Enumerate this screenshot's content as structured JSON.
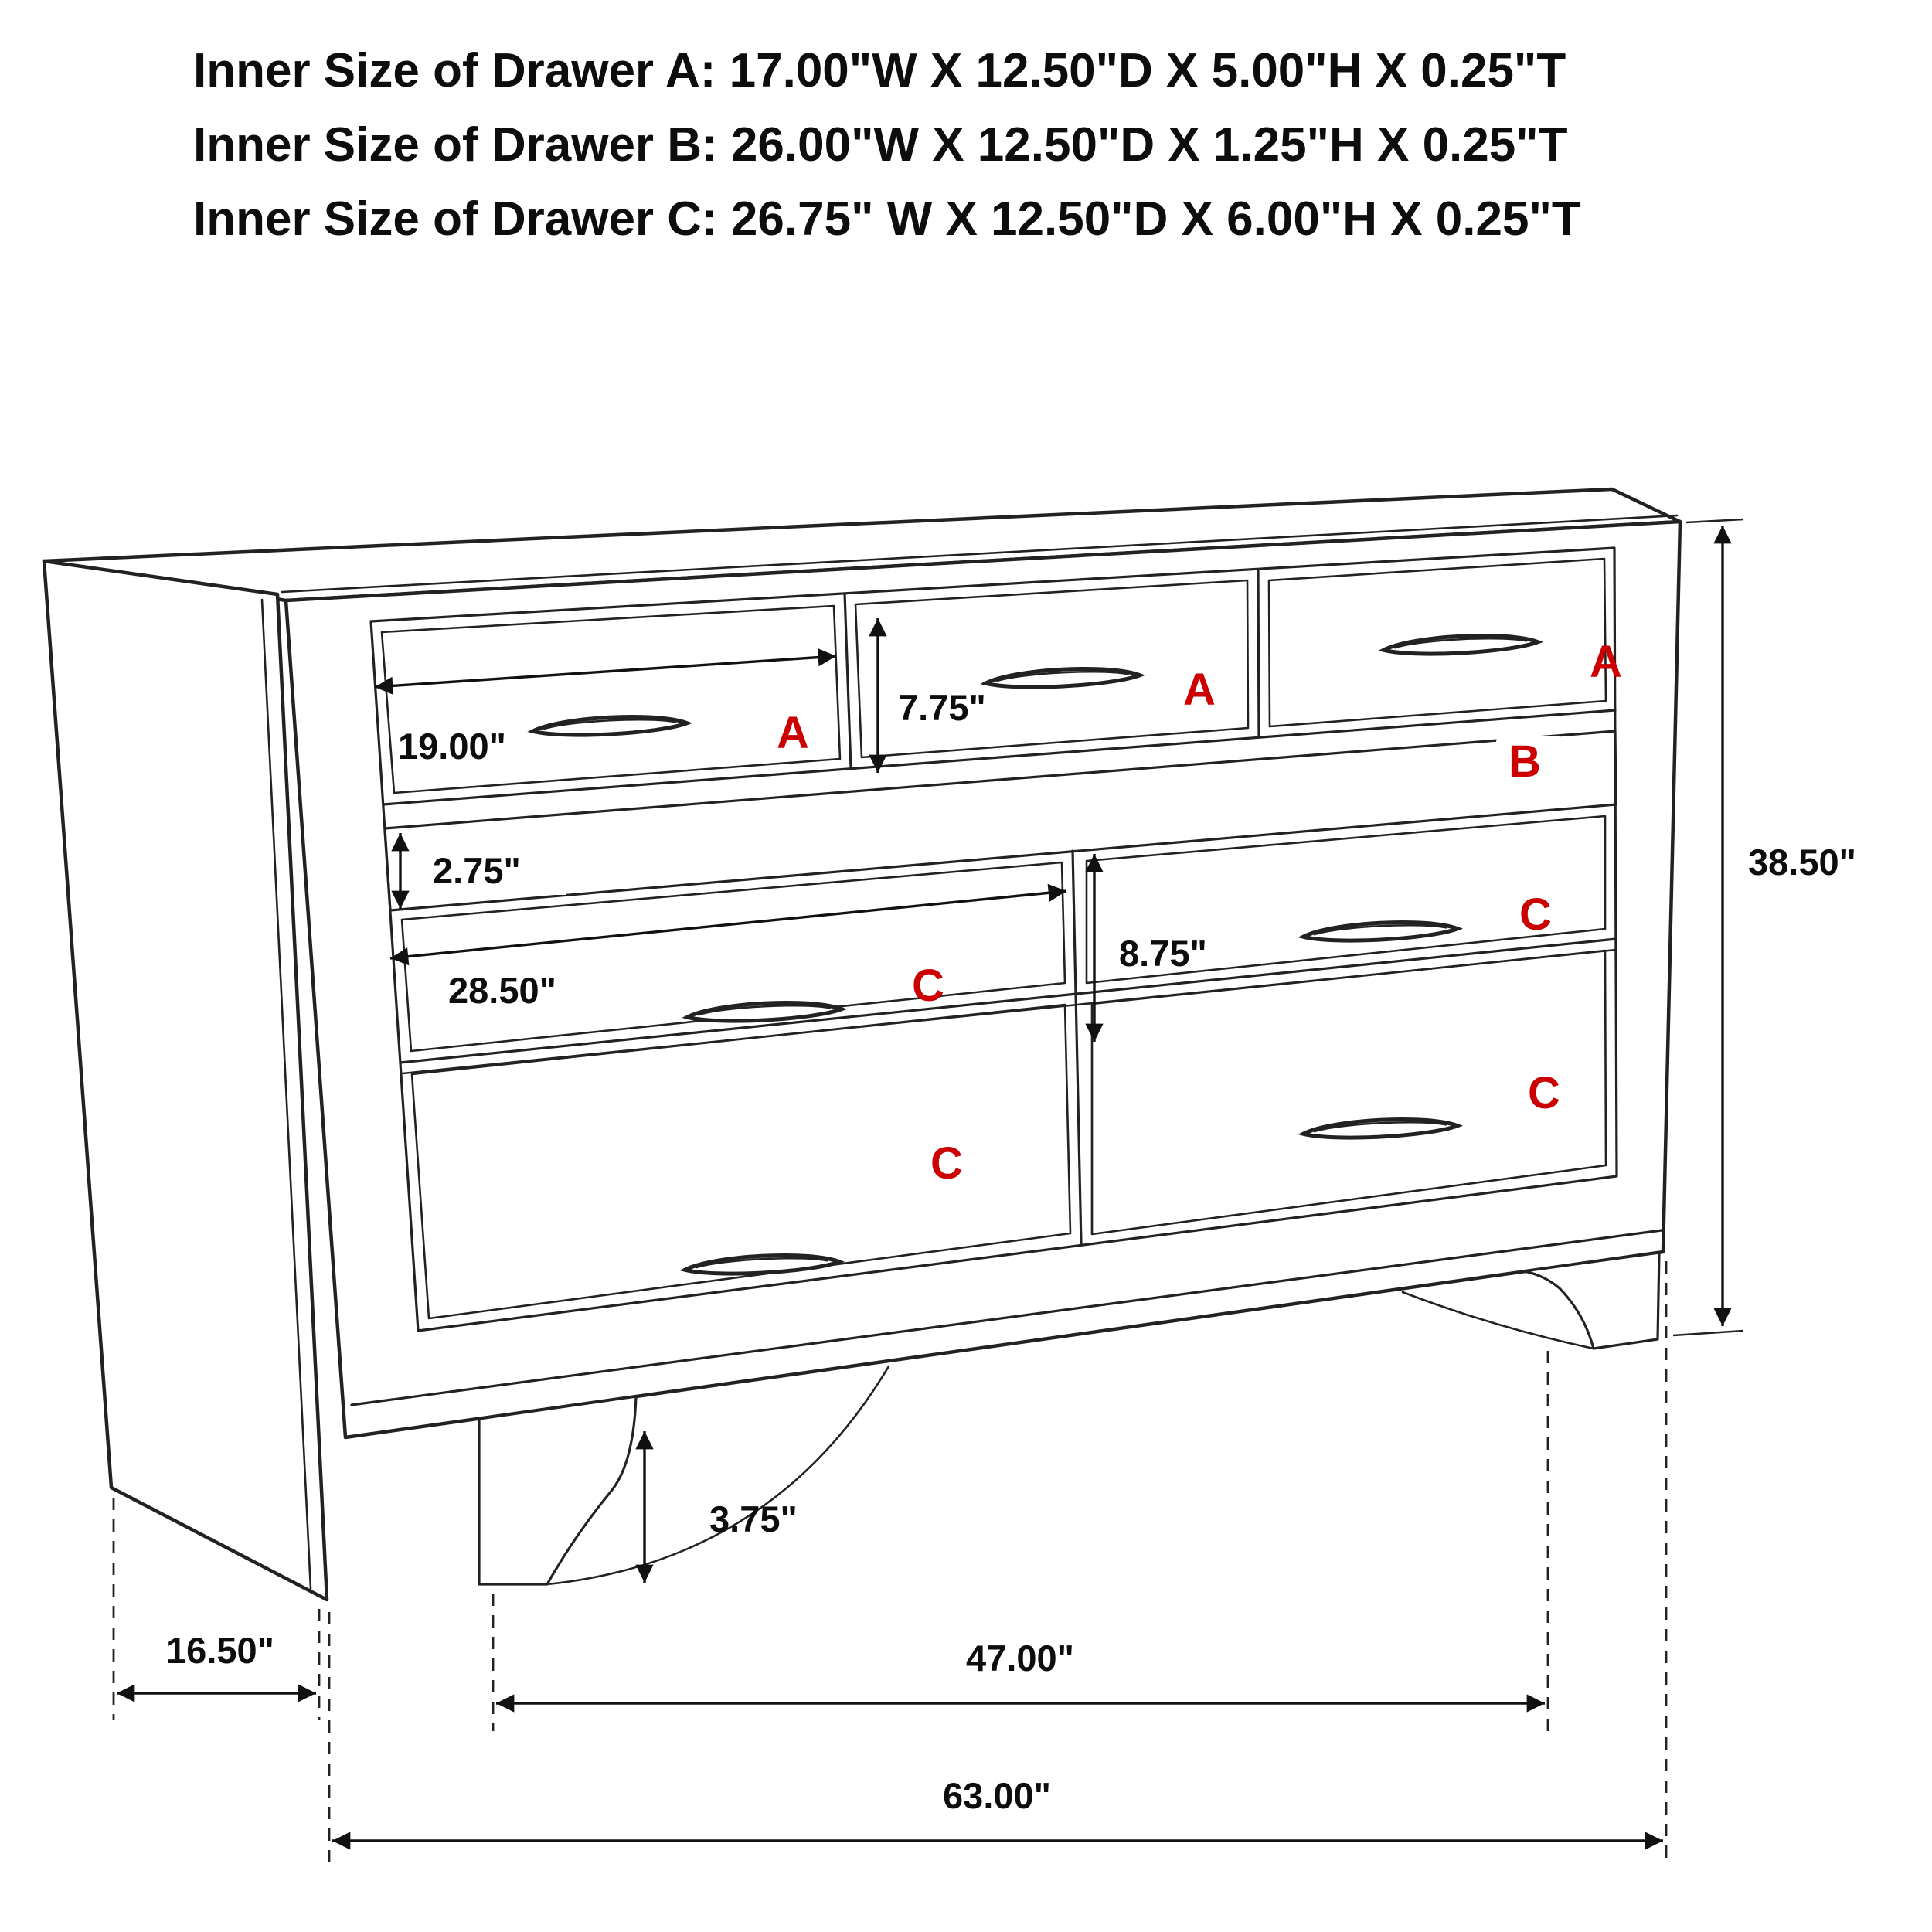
{
  "page": {
    "background": "#ffffff"
  },
  "header": {
    "lines": [
      "Inner Size of Drawer A: 17.00\"W X 12.50\"D X 5.00\"H X 0.25\"T",
      "Inner Size of Drawer B: 26.00\"W X 12.50\"D X 1.25\"H X 0.25\"T",
      "Inner Size of Drawer C: 26.75\" W X 12.50\"D X 6.00\"H X 0.25\"T"
    ]
  },
  "diagram": {
    "type": "furniture-dimension-diagram",
    "subject": "7-drawer dresser with jewelry drawer",
    "drawer_letters": {
      "a_left": "A",
      "a_center": "A",
      "a_right": "A",
      "b_strip": "B",
      "c_mid_left": "C",
      "c_mid_right": "C",
      "c_bottom_left": "C",
      "c_bottom_right": "C"
    },
    "dimensions": {
      "drawer_a_front_width": "19.00\"",
      "drawer_a_front_height": "7.75\"",
      "drawer_b_front_height": "2.75\"",
      "drawer_c_front_width": "28.50\"",
      "drawer_c_front_height": "8.75\"",
      "overall_height": "38.50\"",
      "foot_height": "3.75\"",
      "overall_depth": "16.50\"",
      "leg_span_width": "47.00\"",
      "overall_width": "63.00\""
    },
    "colors": {
      "letter_red": "#cc0000",
      "line_ink": "#1d1d1d"
    }
  }
}
